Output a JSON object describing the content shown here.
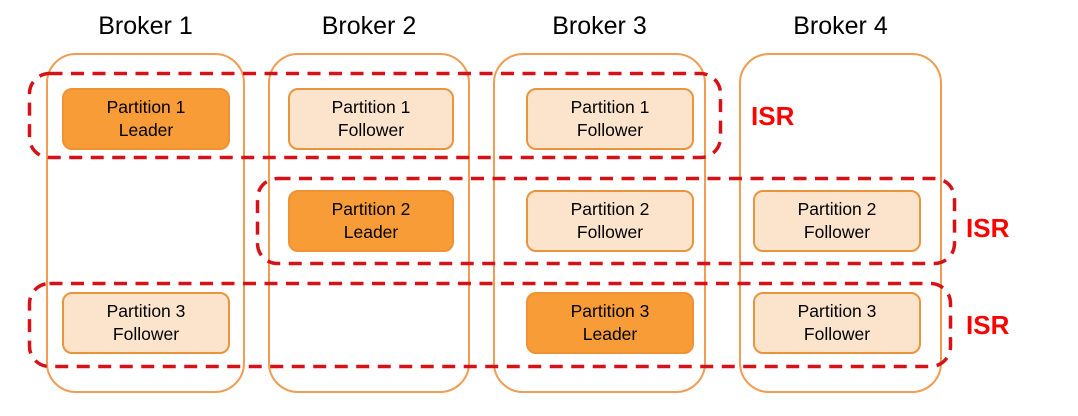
{
  "brokers": [
    {
      "title": "Broker 1"
    },
    {
      "title": "Broker 2"
    },
    {
      "title": "Broker 3"
    },
    {
      "title": "Broker 4"
    }
  ],
  "partitions": [
    {
      "broker": "Broker 1",
      "name": "Partition 1",
      "role": "Leader"
    },
    {
      "broker": "Broker 1",
      "name": "Partition 3",
      "role": "Follower"
    },
    {
      "broker": "Broker 2",
      "name": "Partition 1",
      "role": "Follower"
    },
    {
      "broker": "Broker 2",
      "name": "Partition 2",
      "role": "Leader"
    },
    {
      "broker": "Broker 3",
      "name": "Partition 1",
      "role": "Follower"
    },
    {
      "broker": "Broker 3",
      "name": "Partition 2",
      "role": "Follower"
    },
    {
      "broker": "Broker 3",
      "name": "Partition 3",
      "role": "Leader"
    },
    {
      "broker": "Broker 4",
      "name": "Partition 2",
      "role": "Follower"
    },
    {
      "broker": "Broker 4",
      "name": "Partition 3",
      "role": "Follower"
    }
  ],
  "isr_groups": [
    {
      "label": "ISR",
      "partition": "Partition 1",
      "members": [
        "Broker 1",
        "Broker 2",
        "Broker 3"
      ]
    },
    {
      "label": "ISR",
      "partition": "Partition 2",
      "members": [
        "Broker 2",
        "Broker 3",
        "Broker 4"
      ]
    },
    {
      "label": "ISR",
      "partition": "Partition 3",
      "members": [
        "Broker 1",
        "Broker 3",
        "Broker 4"
      ]
    }
  ],
  "colors": {
    "broker_border": "#F09C52",
    "partition_border": "#E9953F",
    "leader_fill": "#F89C38",
    "follower_fill": "#FCE4CC",
    "isr_dash": "#D51217",
    "isr_label": "#FF0000",
    "text": "#000000"
  }
}
